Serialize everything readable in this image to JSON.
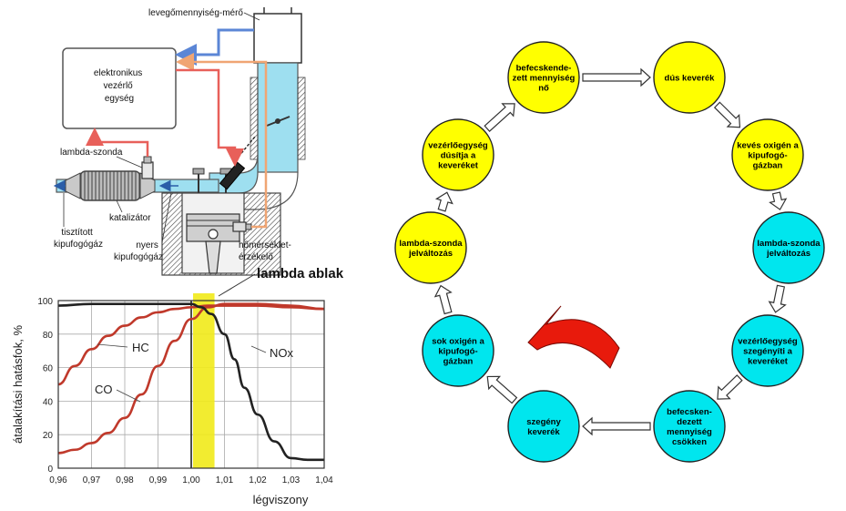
{
  "engine": {
    "labels": {
      "airflow_meter": "levegőmennyiség-mérő",
      "ecu": [
        "elektronikus",
        "vezérlő",
        "egység"
      ],
      "lambda_probe": "lambda-szonda",
      "catalyst": "katalizátor",
      "cleaned_exhaust": [
        "tisztított",
        "kipufogógáz"
      ],
      "raw_exhaust": [
        "nyers",
        "kipufogógáz"
      ],
      "temp_sensor": [
        "hőmérséklet-",
        "érzékelő"
      ]
    },
    "colors": {
      "signal_blue": "#5b86d6",
      "signal_orange": "#f0a573",
      "signal_red": "#e8605a",
      "pipe": "#9edff0"
    }
  },
  "chart_data": {
    "type": "line",
    "title": "lambda ablak",
    "xlabel": "légviszony",
    "ylabel": "átalakítási hatásfok, %",
    "xlim": [
      0.96,
      1.04
    ],
    "ylim": [
      0,
      100
    ],
    "xticks": [
      "0,96",
      "0,97",
      "0,98",
      "0,99",
      "1,00",
      "1,01",
      "1,02",
      "1,03",
      "1,04"
    ],
    "yticks": [
      "0",
      "20",
      "40",
      "60",
      "80",
      "100"
    ],
    "lambda_window": [
      1.0,
      1.007
    ],
    "window_color": "#f1ea1a",
    "grid": true,
    "series": [
      {
        "name": "HC",
        "color": "#c0392b",
        "x": [
          0.96,
          0.965,
          0.97,
          0.975,
          0.98,
          0.985,
          0.99,
          0.995,
          1.0,
          1.005,
          1.01,
          1.02,
          1.03,
          1.04
        ],
        "y": [
          50,
          61,
          71,
          79,
          85,
          90,
          93,
          95,
          96,
          97,
          97,
          97,
          96,
          95
        ]
      },
      {
        "name": "CO",
        "color": "#c0392b",
        "x": [
          0.96,
          0.965,
          0.97,
          0.975,
          0.98,
          0.985,
          0.99,
          0.995,
          1.0,
          1.005,
          1.01,
          1.02,
          1.03,
          1.04
        ],
        "y": [
          9,
          11,
          15,
          21,
          30,
          44,
          61,
          76,
          89,
          96,
          98,
          98,
          97,
          95
        ]
      },
      {
        "name": "NOx",
        "color": "#222222",
        "x": [
          0.96,
          0.97,
          0.98,
          0.99,
          1.0,
          1.003,
          1.006,
          1.01,
          1.013,
          1.016,
          1.02,
          1.025,
          1.03,
          1.035,
          1.04
        ],
        "y": [
          97,
          98,
          98,
          98,
          98,
          96,
          92,
          80,
          65,
          48,
          32,
          16,
          6,
          5,
          5
        ]
      }
    ]
  },
  "cycle": {
    "nodes": [
      {
        "lines": [
          "befecskende-",
          "zett mennyiség",
          "nő"
        ],
        "color": "#ffff00"
      },
      {
        "lines": [
          "dús keverék"
        ],
        "color": "#ffff00"
      },
      {
        "lines": [
          "kevés oxigén a",
          "kipufogó-",
          "gázban"
        ],
        "color": "#ffff00"
      },
      {
        "lines": [
          "lambda-szonda",
          "jelváltozás"
        ],
        "color": "#00e6ee"
      },
      {
        "lines": [
          "vezérlőegység",
          "szegényíti a",
          "keveréket"
        ],
        "color": "#00e6ee"
      },
      {
        "lines": [
          "befecsken-",
          "dezett",
          "mennyiség",
          "csökken"
        ],
        "color": "#00e6ee"
      },
      {
        "lines": [
          "szegény",
          "keverék"
        ],
        "color": "#00e6ee"
      },
      {
        "lines": [
          "sok oxigén a",
          "kipufogó-",
          "gázban"
        ],
        "color": "#00e6ee"
      },
      {
        "lines": [
          "lambda-szonda",
          "jelváltozás"
        ],
        "color": "#ffff00"
      },
      {
        "lines": [
          "vezérlőegység",
          "dúsítja a",
          "keveréket"
        ],
        "color": "#ffff00"
      }
    ],
    "rotation_arrow_color": "#e81a0c"
  }
}
